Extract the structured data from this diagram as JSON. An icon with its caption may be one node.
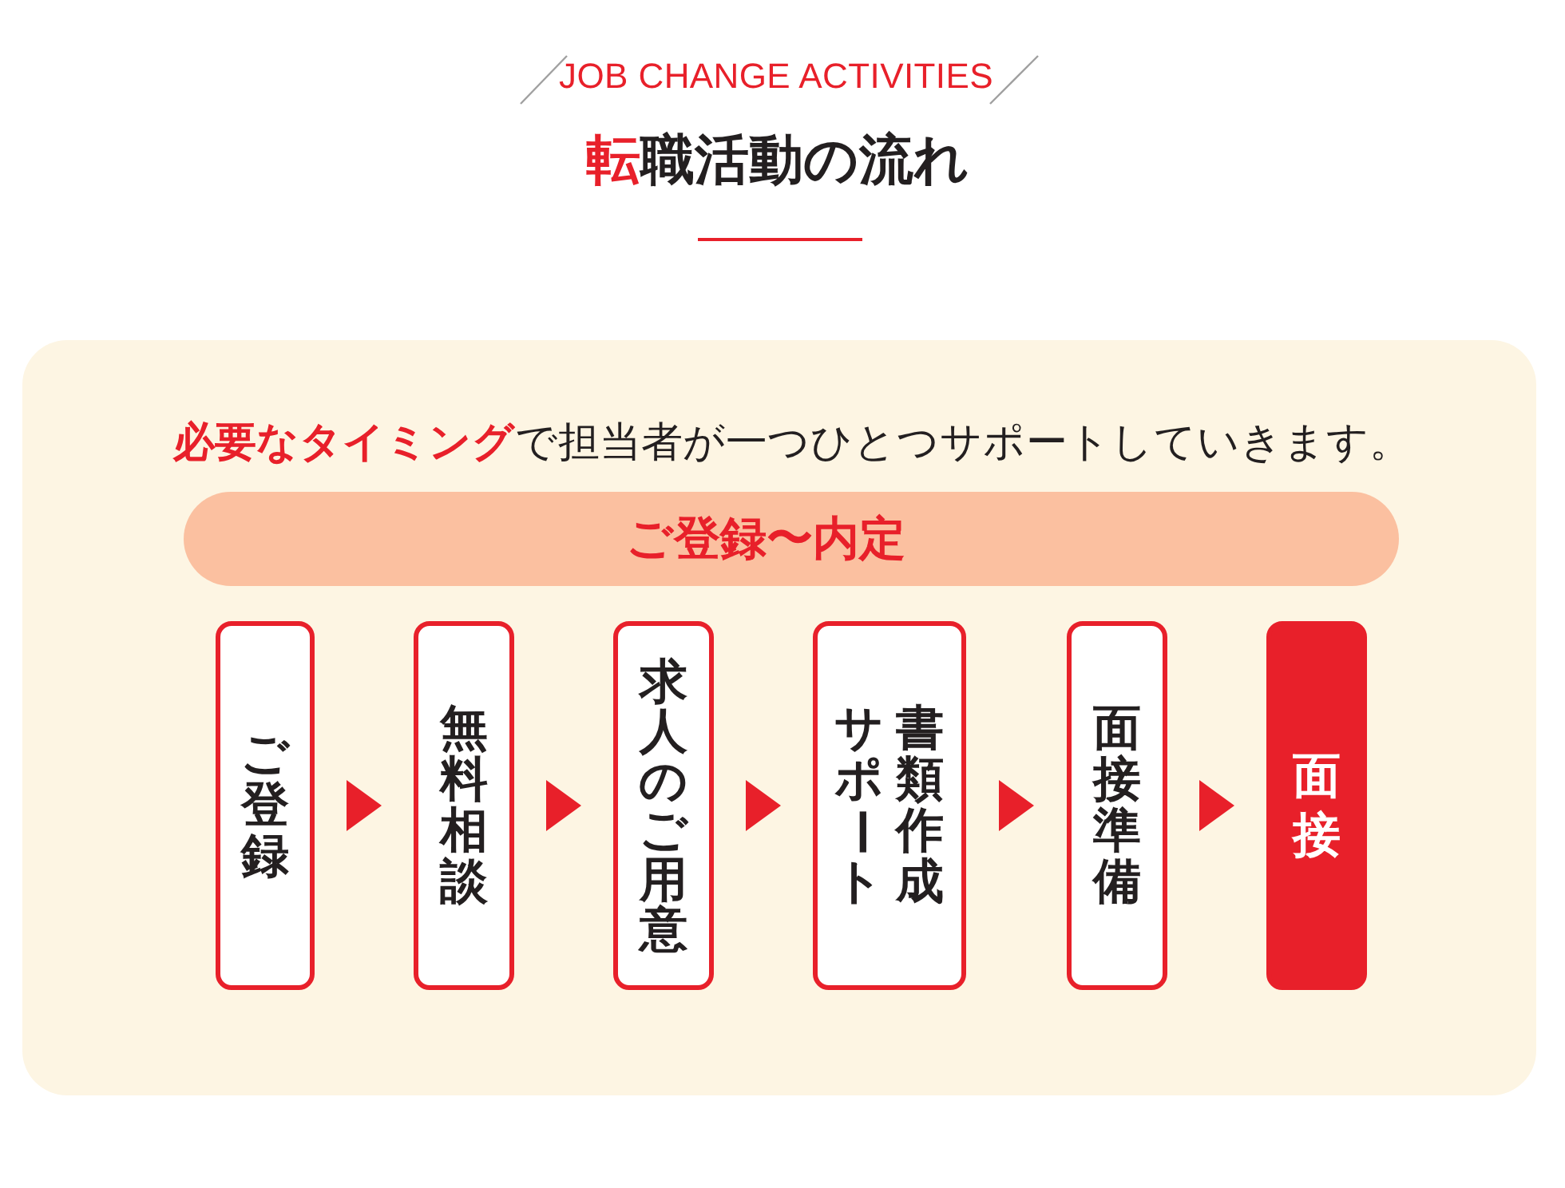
{
  "diagram": {
    "title": "転職活動の流れ",
    "nodes": [
      {
        "text": [
          "**必要なタイミング**で担当者が一つひとつサポートしていきます。"
        ]
      },
      {
        "text": [
          "ご登録〜内定"
        ],
        "in": 0
      },
      {
        "text": [
          "ご登録"
        ],
        "in": 0
      },
      {
        "text": [
          "無料相談"
        ],
        "in": 0
      },
      {
        "text": [
          "求人のご用意"
        ],
        "in": 0
      },
      {
        "text": [
          "書類作成サポート"
        ],
        "in": 0
      },
      {
        "text": [
          "面接準備"
        ],
        "in": 0
      },
      {
        "text": [
          "面接"
        ],
        "in": 0
      }
    ],
    "edges": [
      {
        "from": 2,
        "to": 3,
        "arrow": "to"
      },
      {
        "from": 3,
        "to": 4,
        "arrow": "to"
      },
      {
        "from": 4,
        "to": 5,
        "arrow": "to"
      },
      {
        "from": 5,
        "to": 6,
        "arrow": "to"
      },
      {
        "from": 6,
        "to": 7,
        "arrow": "to"
      }
    ],
    "labels": [
      "JOB CHANGE ACTIVITIES"
    ]
  }
}
